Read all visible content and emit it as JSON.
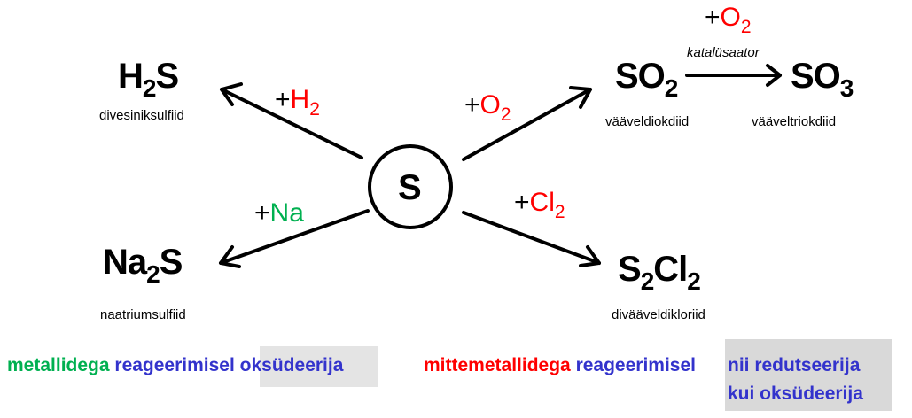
{
  "center": {
    "symbol": "S"
  },
  "products": {
    "h2s": {
      "main": "H",
      "sub": "2",
      "tail": "S",
      "name": "divesiniksulfiid"
    },
    "so2": {
      "main": "SO",
      "sub": "2",
      "name": "vääveldiokdiid"
    },
    "so3": {
      "main": "SO",
      "sub": "3",
      "name": "vääveltriokdiid"
    },
    "na2s": {
      "main": "Na",
      "sub": "2",
      "tail": "S",
      "name": "naatriumsulfiid"
    },
    "s2cl2": {
      "main": "S",
      "sub": "2",
      "mid": "Cl",
      "sub2": "2",
      "name": "divääveldikloriid"
    }
  },
  "reagents": {
    "h2": {
      "plus": "+",
      "el": "H",
      "sub": "2"
    },
    "o2": {
      "plus": "+",
      "el": "O",
      "sub": "2"
    },
    "o2_cat": {
      "plus": "+",
      "el": "O",
      "sub": "2",
      "condition": "katalüsaator"
    },
    "na": {
      "plus": "+",
      "el": "Na"
    },
    "cl2": {
      "plus": "+",
      "el": "Cl",
      "sub": "2"
    }
  },
  "notes": {
    "left": {
      "part1": "metallidega",
      "part2": "reageerimisel",
      "part3": "oksüdeerija"
    },
    "right": {
      "part1": "mittemetallidega",
      "part2": "reageerimisel",
      "part3_line1": "nii redutseerija",
      "part3_line2": "kui oksüdeerija"
    }
  },
  "colors": {
    "red": "#ff0000",
    "green": "#00b050",
    "blue": "#3333cc",
    "highlight": "#e4e4e4"
  }
}
